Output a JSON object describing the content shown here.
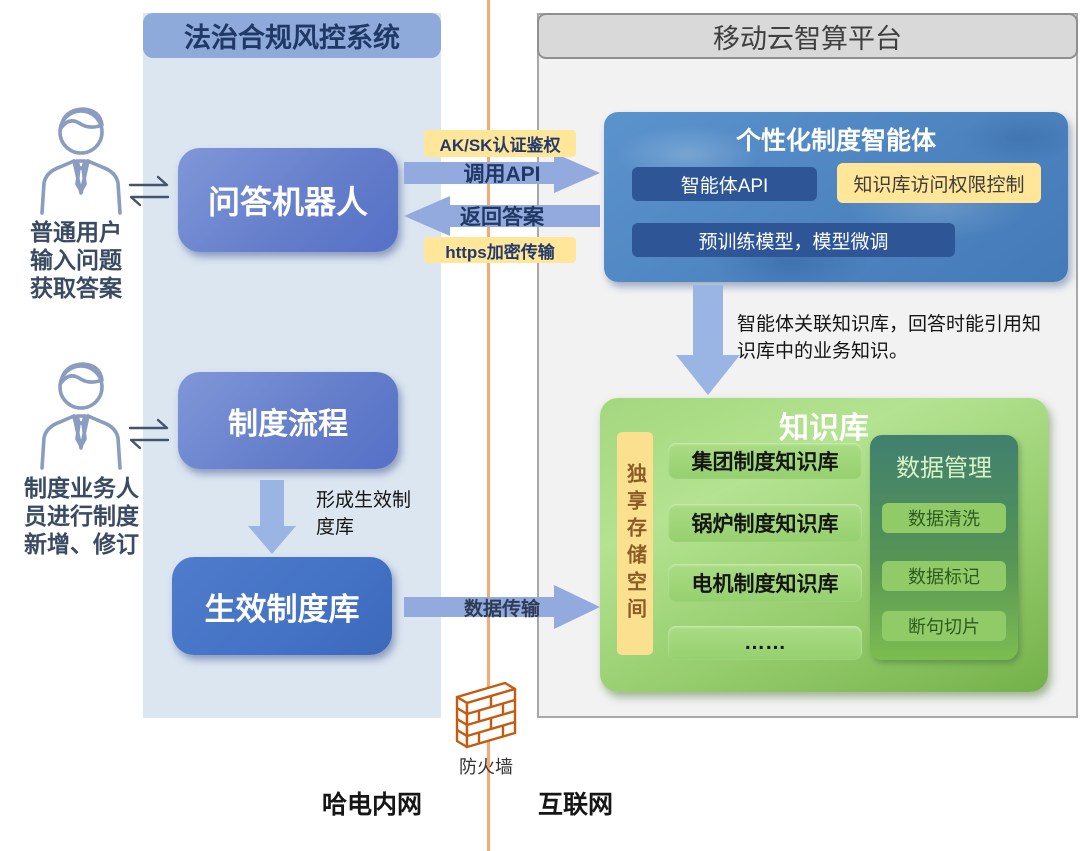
{
  "colors": {
    "left_panel_bg": "#dce6f1",
    "left_header": "#8eaadb",
    "left_header_text": "#1f3864",
    "right_panel_bg": "#f2f2f2",
    "right_header": "#d9d9d9",
    "process_box_blue": "#667fcb",
    "repo_box_blue": "#4472c4",
    "flow_arrow": "#93aade",
    "tag_yellow": "#ffe699",
    "agent_box_blue": "#4c83bf",
    "agent_chip_dark_blue": "#2e5697",
    "kb_green": "#95cc6c",
    "kb_strip_yellow": "#fbe18f",
    "data_mgmt_teal": "#40806f",
    "divider_orange": "#f4ab72",
    "firewall_orange": "#c55a11"
  },
  "left_panel": {
    "title": "法治合规风控系统"
  },
  "right_panel": {
    "title": "移动云智算平台"
  },
  "actors": {
    "user": {
      "lines": [
        "普通用户",
        "输入问题",
        "获取答案"
      ]
    },
    "staff": {
      "lines": [
        "制度业务人",
        "员进行制度",
        "新增、修订"
      ]
    }
  },
  "boxes": {
    "qa_robot": "问答机器人",
    "process": "制度流程",
    "repo": "生效制度库"
  },
  "flows": {
    "auth_tag": "AK/SK认证鉴权",
    "call_api": "调用API",
    "return_answer": "返回答案",
    "https_tag": "https加密传输",
    "agent_kb_note": "智能体关联知识库，回答时能引用知识库中的业务知识。",
    "form_repo_note": "形成生效制度库",
    "data_transfer": "数据传输"
  },
  "agent": {
    "title": "个性化制度智能体",
    "api_box": "智能体API",
    "acl_box": "知识库访问权限控制",
    "model_box": "预训练模型，模型微调"
  },
  "kb": {
    "title": "知识库",
    "storage_strip": "独享存储空间",
    "items": [
      "集团制度知识库",
      "锅炉制度知识库",
      "电机制度知识库",
      "……"
    ],
    "data_mgmt": {
      "title": "数据管理",
      "items": [
        "数据清洗",
        "数据标记",
        "断句切片"
      ]
    }
  },
  "bottom": {
    "firewall": "防火墙",
    "intranet_label": "哈电内网",
    "internet_label": "互联网"
  }
}
